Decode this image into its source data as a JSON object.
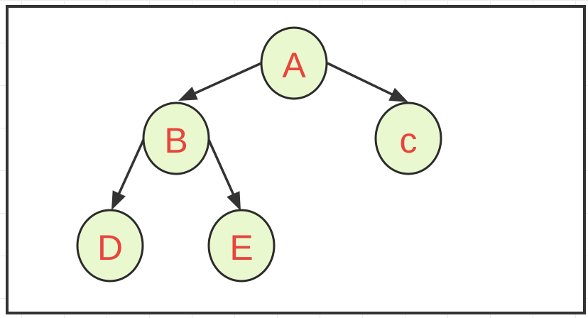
{
  "diagram": {
    "type": "binary-tree",
    "colors": {
      "node_fill": "#eaf8cf",
      "node_stroke": "#2b2b2b",
      "label": "#e8453c",
      "edge": "#333333",
      "frame": "#333333"
    },
    "nodes": [
      {
        "id": "A",
        "label": "A"
      },
      {
        "id": "B",
        "label": "B"
      },
      {
        "id": "C",
        "label": "c"
      },
      {
        "id": "D",
        "label": "D"
      },
      {
        "id": "E",
        "label": "E"
      }
    ],
    "edges": [
      {
        "from": "A",
        "to": "B"
      },
      {
        "from": "A",
        "to": "C"
      },
      {
        "from": "B",
        "to": "D"
      },
      {
        "from": "B",
        "to": "E"
      }
    ]
  }
}
